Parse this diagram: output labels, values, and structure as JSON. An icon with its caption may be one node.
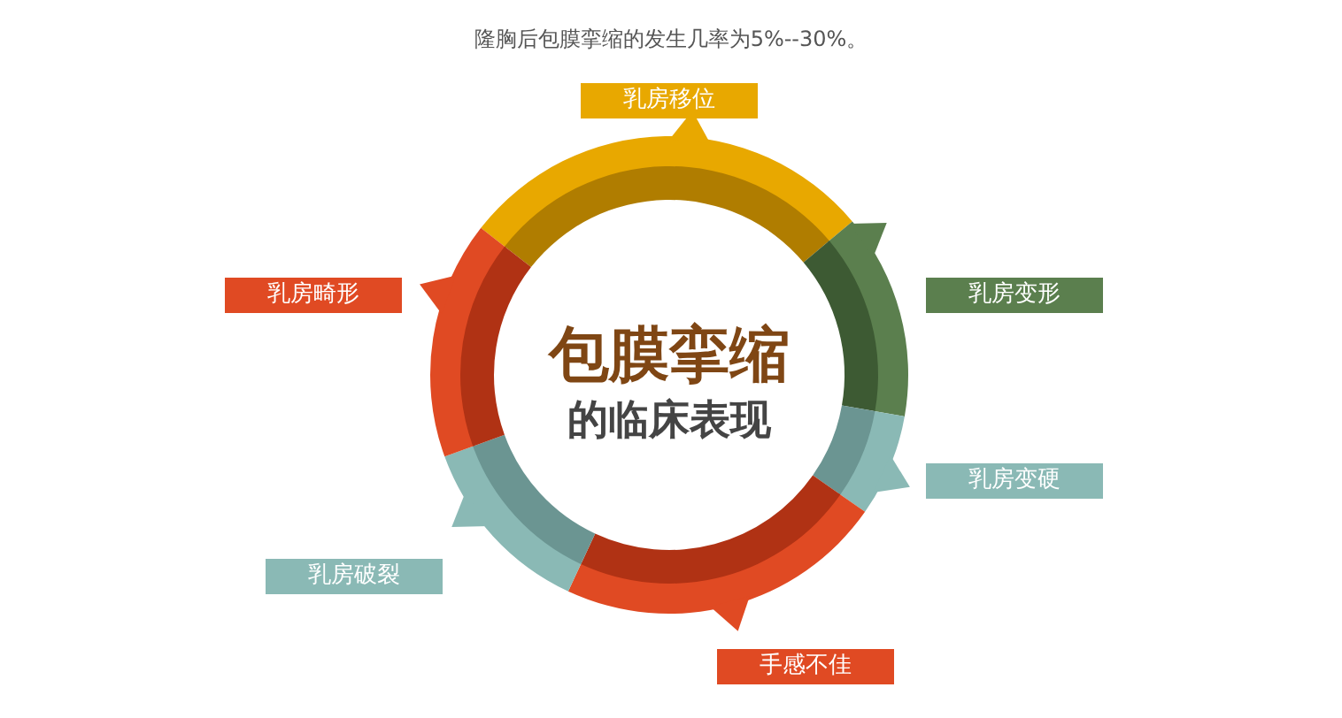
{
  "diagram": {
    "title": "隆胸后包膜挛缩的发生几率为5%--30%。",
    "nodes": [
      {
        "text": [
          "包膜挛缩",
          "的临床表现"
        ]
      },
      {
        "text": [
          "乳房移位"
        ]
      },
      {
        "text": [
          "乳房变形"
        ]
      },
      {
        "text": [
          "乳房变硬"
        ]
      },
      {
        "text": [
          "手感不佳"
        ]
      },
      {
        "text": [
          "乳房破裂"
        ]
      },
      {
        "text": [
          "乳房畸形"
        ]
      }
    ]
  }
}
